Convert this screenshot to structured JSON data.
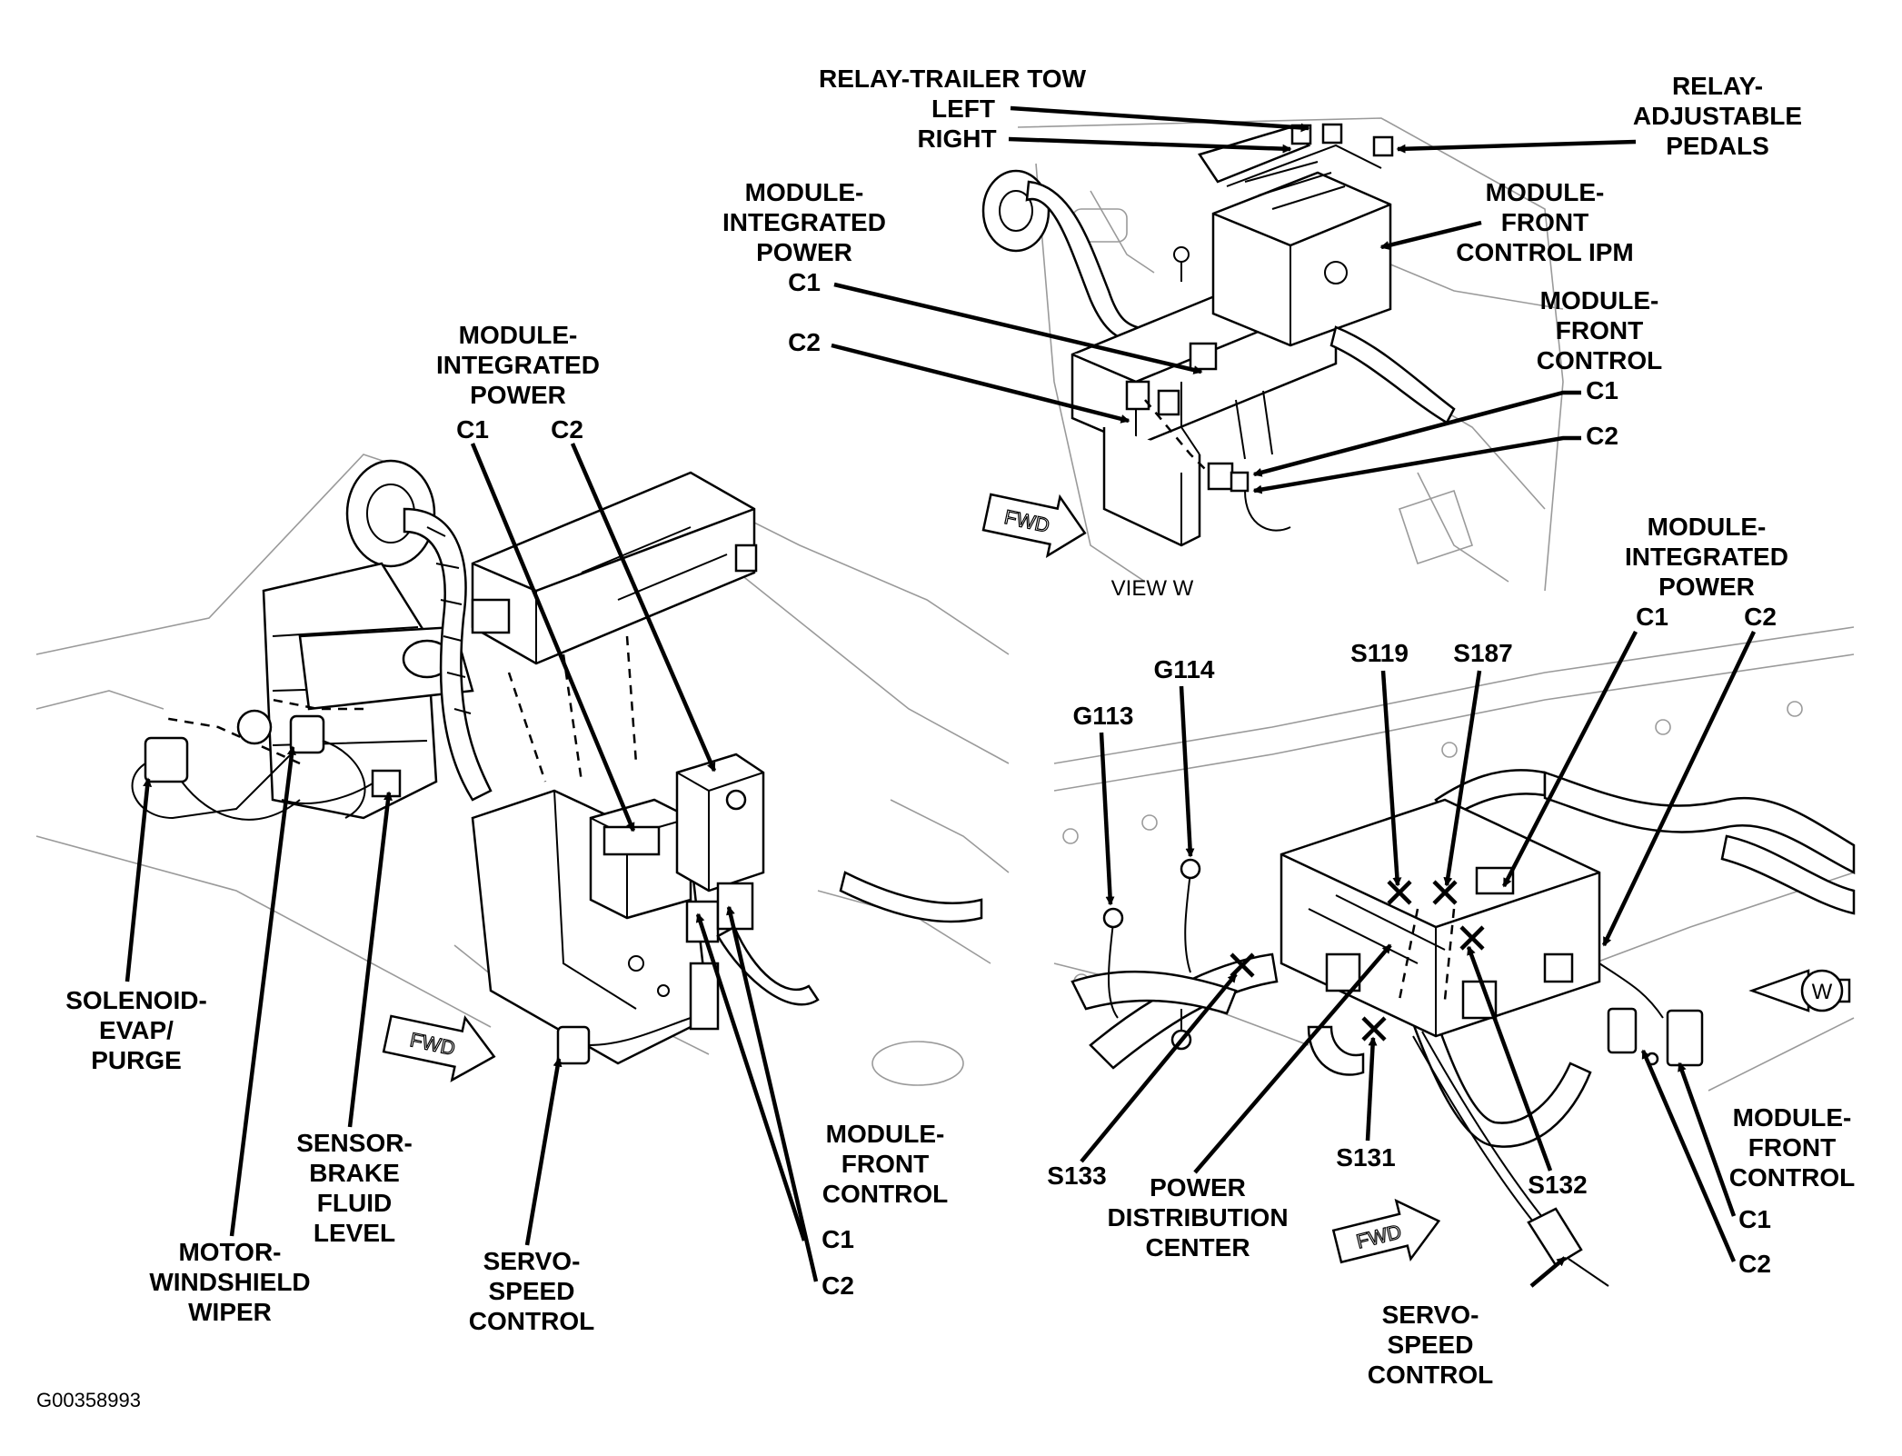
{
  "figure_id": "G00358993",
  "view_w": {
    "view_label": "VIEW W",
    "fwd_label": "FWD",
    "labels": {
      "relay_trailer_tow": "RELAY-TRAILER TOW",
      "left": "LEFT",
      "right": "RIGHT",
      "relay_adjustable_pedals": [
        "RELAY-",
        "ADJUSTABLE",
        "PEDALS"
      ],
      "module_integrated_power": [
        "MODULE-",
        "INTEGRATED",
        "POWER"
      ],
      "c1": "C1",
      "c2": "C2",
      "module_front_control_ipm": [
        "MODULE-",
        "FRONT",
        "CONTROL IPM"
      ],
      "module_front_control": [
        "MODULE-",
        "FRONT",
        "CONTROL"
      ],
      "mfc_c1": "C1",
      "mfc_c2": "C2"
    }
  },
  "left_view": {
    "fwd_label": "FWD",
    "labels": {
      "module_integrated_power": [
        "MODULE-",
        "INTEGRATED",
        "POWER"
      ],
      "c1": "C1",
      "c2": "C2",
      "solenoid_evap_purge": [
        "SOLENOID-",
        "EVAP/",
        "PURGE"
      ],
      "motor_windshield_wiper": [
        "MOTOR-",
        "WINDSHIELD",
        "WIPER"
      ],
      "sensor_brake_fluid_level": [
        "SENSOR-",
        "BRAKE",
        "FLUID",
        "LEVEL"
      ],
      "servo_speed_control": [
        "SERVO-",
        "SPEED",
        "CONTROL"
      ],
      "module_front_control": [
        "MODULE-",
        "FRONT",
        "CONTROL"
      ],
      "mfc_c1": "C1",
      "mfc_c2": "C2"
    }
  },
  "right_view": {
    "fwd_label": "FWD",
    "w_marker": "W",
    "labels": {
      "module_integrated_power": [
        "MODULE-",
        "INTEGRATED",
        "POWER"
      ],
      "c1": "C1",
      "c2": "C2",
      "g113": "G113",
      "g114": "G114",
      "s119": "S119",
      "s187": "S187",
      "s133": "S133",
      "power_distribution_center": [
        "POWER",
        "DISTRIBUTION",
        "CENTER"
      ],
      "s131": "S131",
      "s132": "S132",
      "module_front_control": [
        "MODULE-",
        "FRONT",
        "CONTROL"
      ],
      "mfc_c1": "C1",
      "mfc_c2": "C2",
      "servo_speed_control": [
        "SERVO-",
        "SPEED",
        "CONTROL"
      ]
    }
  }
}
